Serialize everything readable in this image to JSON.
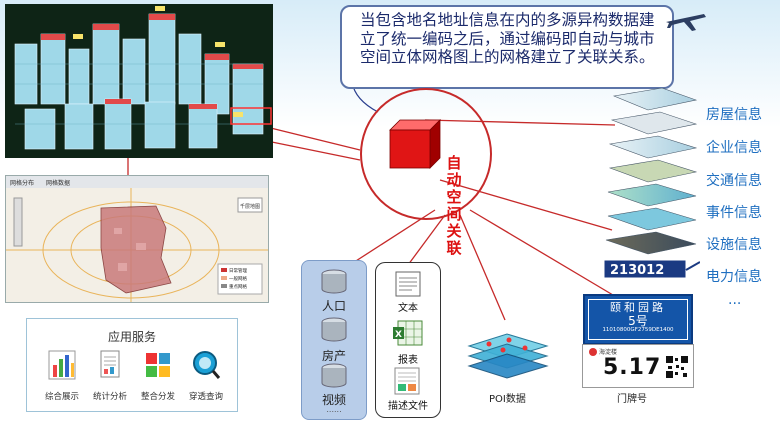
{
  "bubble": {
    "text": "当包含地名地址信息在内的多源异构数据建立了统一编码之后，通过编码即自动与城市空间立体网格图上的网格建立了关联关系。"
  },
  "center_label": "自动空间关联",
  "map": {
    "tab1": "网格分布",
    "tab2": "网格数据",
    "layer_button": "千层地图",
    "legend": [
      "日常管理",
      "一般网格",
      "重点网格"
    ]
  },
  "layers": {
    "grid_code": "213012"
  },
  "categories": [
    "房屋信息",
    "企业信息",
    "交通信息",
    "事件信息",
    "设施信息",
    "电力信息",
    "..."
  ],
  "apps": {
    "title": "应用服务",
    "items": [
      "综合展示",
      "统计分析",
      "整合分发",
      "穿透查询"
    ]
  },
  "db_column": {
    "items": [
      "人口",
      "房产",
      "视频"
    ],
    "more": "......"
  },
  "doc_column": {
    "items": [
      "文本",
      "报表",
      "描述文件"
    ]
  },
  "poi_label": "POI数据",
  "door_label": "门牌号",
  "plate": {
    "road": "颐和园路",
    "number": "5号",
    "code": "11010800GF2759DE1400"
  },
  "plate2": {
    "brand": "海淀楼",
    "number": "5.17"
  },
  "colors": {
    "accent_red": "#d11111",
    "text_blue": "#1f6fc0",
    "bubble_border": "#5c74a8"
  }
}
